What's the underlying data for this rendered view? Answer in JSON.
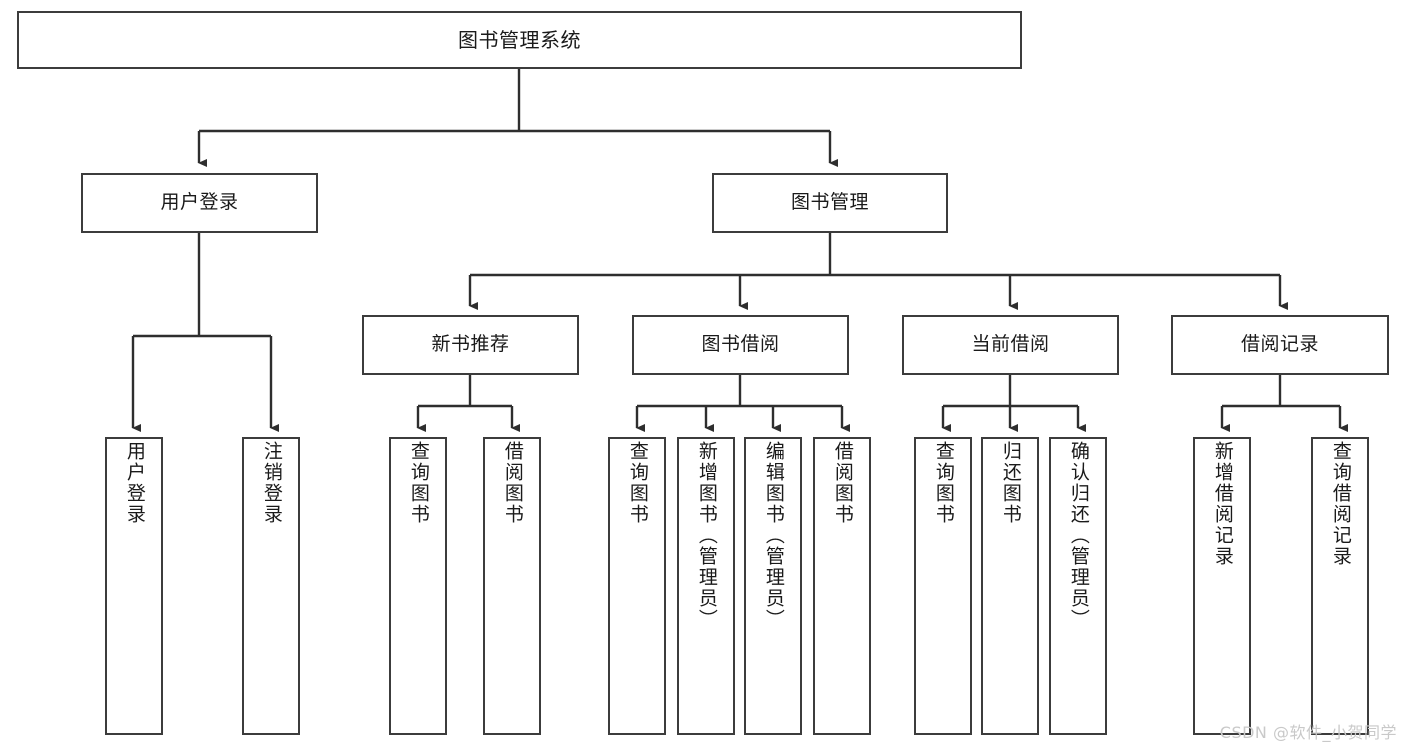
{
  "diagram": {
    "title": "图书管理系统",
    "type": "tree-hierarchy",
    "root": {
      "label": "图书管理系统"
    },
    "level1": [
      {
        "label": "用户登录"
      },
      {
        "label": "图书管理"
      }
    ],
    "level2": [
      {
        "label": "新书推荐"
      },
      {
        "label": "图书借阅"
      },
      {
        "label": "当前借阅"
      },
      {
        "label": "借阅记录"
      }
    ],
    "leaves": {
      "user_login": [
        {
          "label": "用户登录"
        },
        {
          "label": "注销登录"
        }
      ],
      "new_book_recommend": [
        {
          "label": "查询图书"
        },
        {
          "label": "借阅图书"
        }
      ],
      "book_borrow": [
        {
          "label": "查询图书"
        },
        {
          "label": "新增图书（管理员）"
        },
        {
          "label": "编辑图书（管理员）"
        },
        {
          "label": "借阅图书"
        }
      ],
      "current_borrow": [
        {
          "label": "查询图书"
        },
        {
          "label": "归还图书"
        },
        {
          "label": "确认归还（管理员）"
        }
      ],
      "borrow_record": [
        {
          "label": "新增借阅记录"
        },
        {
          "label": "查询借阅记录"
        }
      ]
    }
  },
  "watermark": {
    "text": "CSDN @软件_小贺同学"
  },
  "colors": {
    "border": "#3c3c3c",
    "background": "#ffffff",
    "text": "#1a1a1a",
    "watermark": "#c9c9c9"
  }
}
